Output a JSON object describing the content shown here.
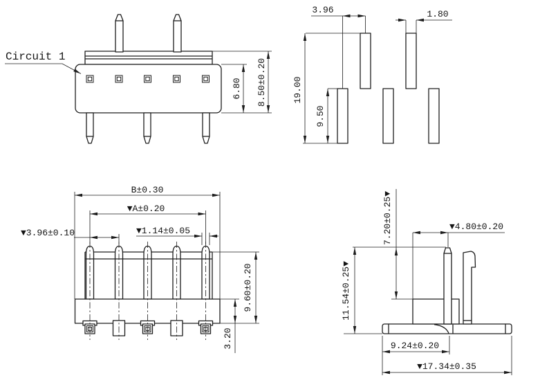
{
  "page": {
    "background": "#ffffff",
    "line_color": "#1c1c1c"
  },
  "callout": {
    "label": "Circuit 1"
  },
  "views": {
    "front": {
      "dims": {
        "cavity_height": "6.80",
        "overall_height": "8.50±0.20"
      }
    },
    "pin_layout": {
      "dims": {
        "pitch": "3.96",
        "pin_width": "1.80",
        "overall_length": "19.00",
        "tail_length": "9.50"
      }
    },
    "top": {
      "dims": {
        "overall_width": "B±0.30",
        "pin_span": "▼A±0.20",
        "pitch": "▼3.96±0.10",
        "pin_width": "▼1.14±0.05",
        "body_height": "9.60±0.20",
        "base_thickness": "3.20"
      }
    },
    "side": {
      "dims": {
        "pin_height": "7.20±0.25▼",
        "overall_height": "11.54±0.25▼",
        "pin_offset": "▼4.80±0.20",
        "tail_offset": "9.24±0.20",
        "base_width": "▼17.34±0.35"
      }
    }
  }
}
